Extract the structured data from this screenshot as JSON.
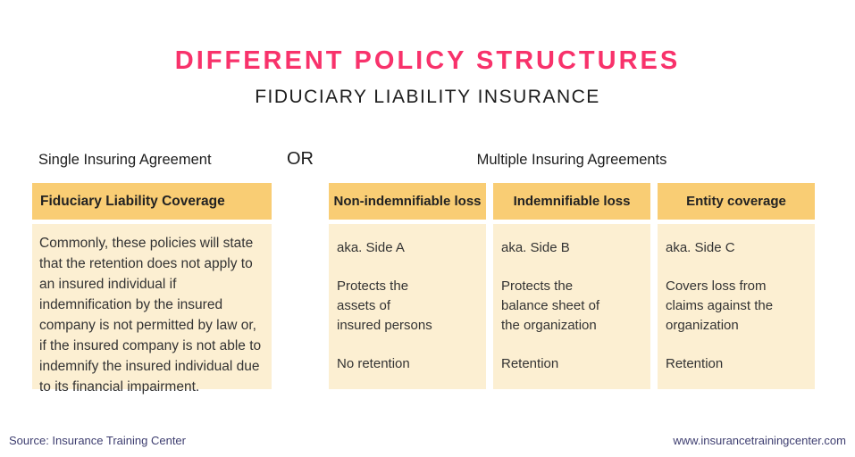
{
  "title": "DIFFERENT POLICY STRUCTURES",
  "subtitle": "FIDUCIARY LIABILITY INSURANCE",
  "or_label": "OR",
  "left_section": {
    "label": "Single Insuring Agreement",
    "card": {
      "header": "Fiduciary Liability Coverage",
      "body": "Commonly, these policies will state\nthat the retention does not apply to\nan insured individual if\nindemnification by the insured\ncompany is not permitted by law or,\nif the insured company is not able to\nindemnify the insured individual due\nto its financial impairment."
    }
  },
  "right_section": {
    "label": "Multiple Insuring Agreements",
    "cards": [
      {
        "header": "Non-indemnifiable loss",
        "aka": "aka. Side A",
        "description": "Protects the\nassets of\ninsured persons",
        "retention": "No retention"
      },
      {
        "header": "Indemnifiable loss",
        "aka": "aka. Side B",
        "description": "Protects the\nbalance sheet of\nthe organization",
        "retention": "Retention"
      },
      {
        "header": "Entity coverage",
        "aka": "aka. Side C",
        "description": "Covers loss from\nclaims against the\norganization",
        "retention": "Retention"
      }
    ]
  },
  "footer": {
    "source": "Source: Insurance Training Center",
    "website": "www.insurancetrainingcenter.com"
  },
  "colors": {
    "accent_pink": "#f8326b",
    "card_header_bg": "#f9cd74",
    "card_body_bg": "#fcefd2",
    "footer_navy": "#3e3e70",
    "body_text": "#333333"
  }
}
